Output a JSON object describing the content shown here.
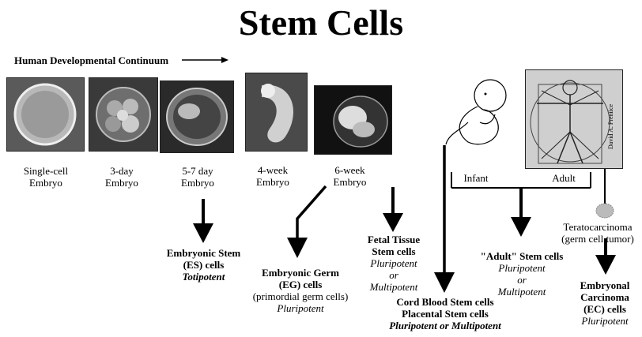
{
  "title": "Stem Cells",
  "subtitle": "Human Developmental Continuum",
  "stages": [
    {
      "line1": "Single-cell",
      "line2": "Embryo"
    },
    {
      "line1": "3-day",
      "line2": "Embryo"
    },
    {
      "line1": "5-7 day",
      "line2": "Embryo"
    },
    {
      "line1": "4-week",
      "line2": "Embryo"
    },
    {
      "line1": "6-week",
      "line2": "Embryo"
    }
  ],
  "infant_label": "Infant",
  "adult_label": "Adult",
  "credit": "David A. Prentice",
  "teratocarcinoma": {
    "line1": "Teratocarcinoma",
    "line2": "(germ cell tumor)"
  },
  "cell_types": {
    "es": {
      "name1": "Embryonic Stem",
      "name2": "(ES) cells",
      "potency": "Totipotent"
    },
    "eg": {
      "name1": "Embryonic Germ",
      "name2": "(EG) cells",
      "note": "(primordial germ cells)",
      "potency": "Pluripotent"
    },
    "fetal": {
      "name1": "Fetal Tissue",
      "name2": "Stem cells",
      "potency1": "Pluripotent",
      "potency2": "or",
      "potency3": "Multipotent"
    },
    "cord": {
      "name1": "Cord Blood Stem cells",
      "name2": "Placental Stem cells",
      "potency": "Pluripotent or Multipotent"
    },
    "adult": {
      "name": "\"Adult\" Stem cells",
      "potency1": "Pluripotent",
      "potency2": "or",
      "potency3": "Multipotent"
    },
    "ec": {
      "name1": "Embryonal",
      "name2": "Carcinoma",
      "name3": "(EC) cells",
      "potency": "Pluripotent"
    }
  }
}
